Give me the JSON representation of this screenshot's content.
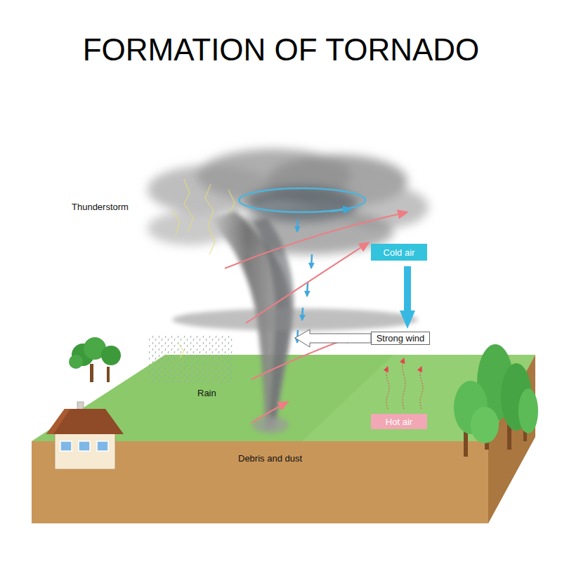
{
  "diagram": {
    "title": "FORMATION OF TORNADO",
    "nodes": [
      {
        "text": [
          "Cold air"
        ]
      },
      {
        "text": [
          "Strong wind"
        ]
      },
      {
        "text": [
          "Hot air"
        ]
      }
    ],
    "edges": [
      {
        "from": 0,
        "to": 1,
        "arrow": "to"
      }
    ],
    "labels": [
      "Thunderstorm",
      "Rain",
      "Debris and dust"
    ]
  }
}
